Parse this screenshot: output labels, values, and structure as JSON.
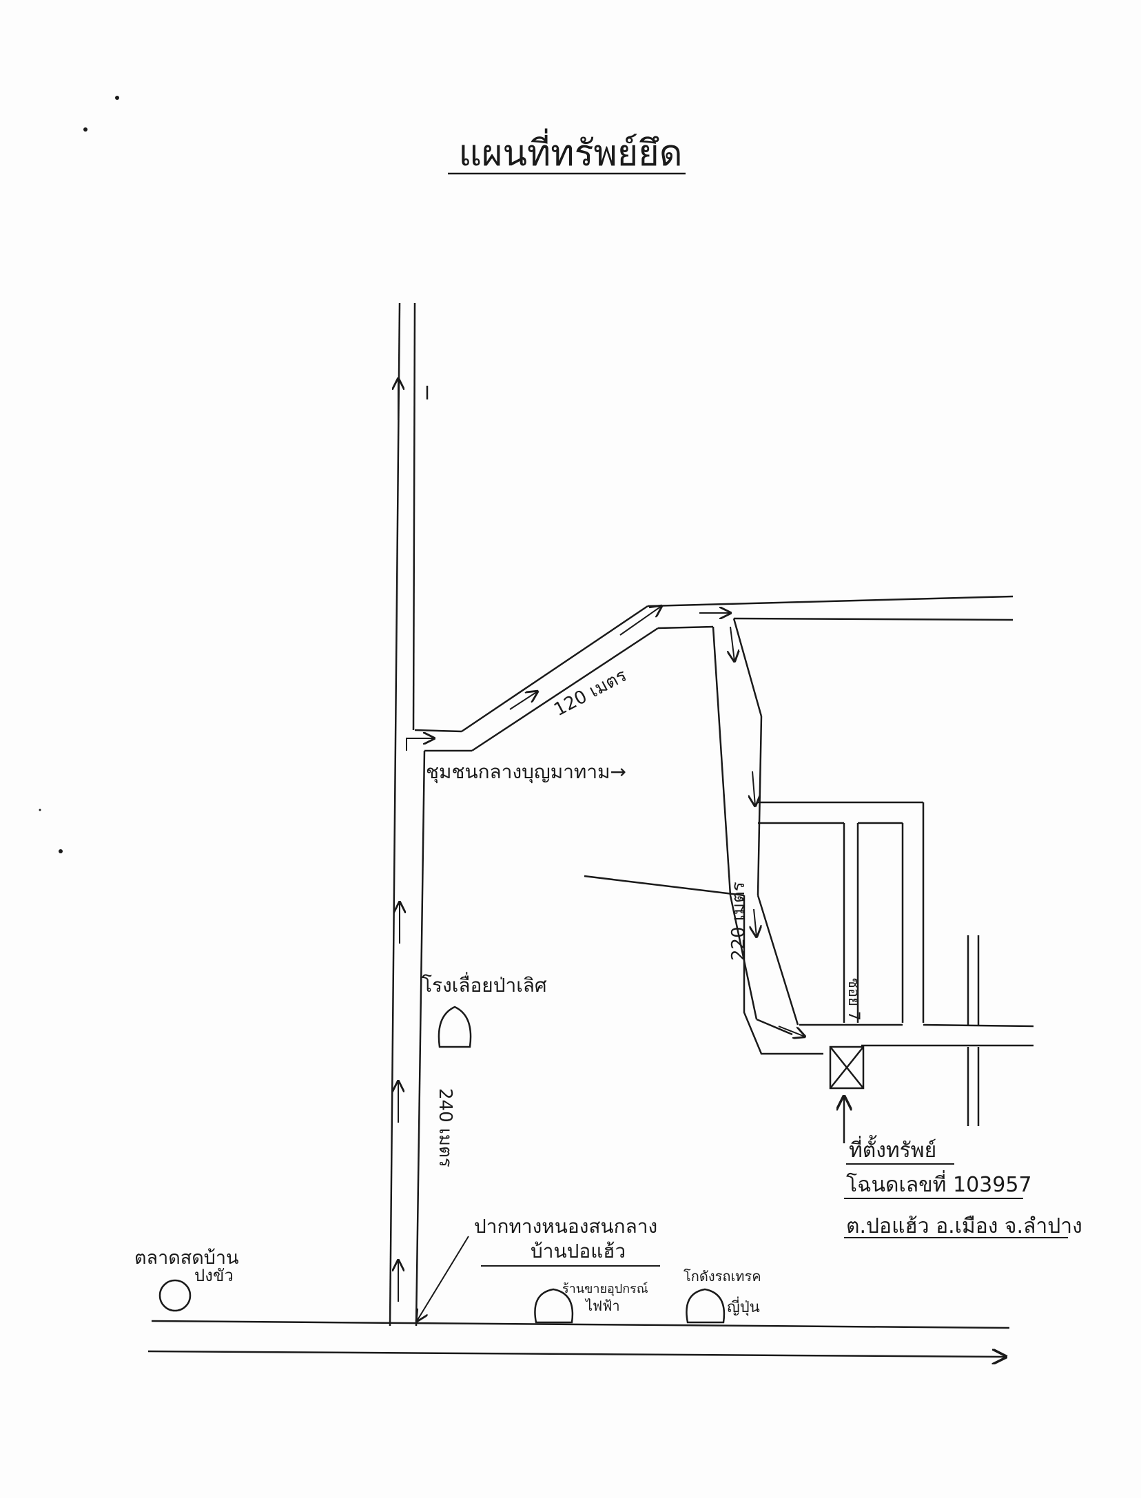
{
  "title": "แผนที่ทรัพย์ยึด",
  "labels": {
    "upper_junction": "ชุมชนกลางบุญมาทาม→",
    "lower_junction_line1": "ปากทางหนองสนกลาง",
    "lower_junction_line2": "บ้านปอแฮ้ว",
    "road_soi": "ซอย 7",
    "market_line1": "ตลาดสดบ้าน",
    "market_line2": "ปงขัว",
    "lumber_shop": "โรงเลื่อยป่าเลิศ",
    "electric_shop_line1": "ร้านขายอุปกรณ์",
    "electric_shop_line2": "ไฟฟ้า",
    "japan_shop_line1": "โกดังรถเทรค",
    "japan_shop_line2": "ญี่ปุ่น"
  },
  "distances": {
    "diagonal": "120 เมตร",
    "right_vertical": "220 เมตร",
    "left_vertical": "240 เมตร"
  },
  "property": {
    "line1": "ที่ตั้งทรัพย์",
    "line2": "โฉนดเลขที่ 103957",
    "line3": "ต.ปอแฮ้ว อ.เมือง จ.ลำปาง"
  }
}
